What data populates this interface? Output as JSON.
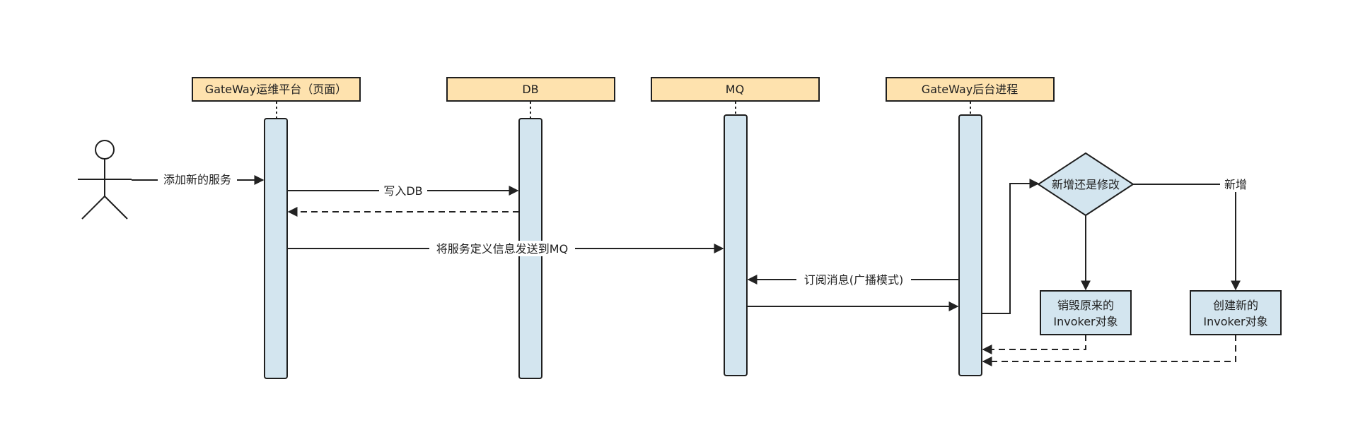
{
  "participants": {
    "ops_platform": "GateWay运维平台（页面）",
    "db": "DB",
    "mq": "MQ",
    "backend": "GateWay后台进程"
  },
  "messages": {
    "add_service": "添加新的服务",
    "write_db": "写入DB",
    "send_to_mq": "将服务定义信息发送到MQ",
    "subscribe": "订阅消息(广播模式)"
  },
  "decision": {
    "question": "新增还是修改",
    "branch_new": "新增"
  },
  "processes": {
    "destroy": {
      "line1": "销毁原来的",
      "line2": "Invoker对象"
    },
    "create": {
      "line1": "创建新的",
      "line2": "Invoker对象"
    }
  },
  "colors": {
    "participant_fill": "#fee2ae",
    "activation_fill": "#d3e5ef",
    "stroke": "#1f1f1f"
  }
}
